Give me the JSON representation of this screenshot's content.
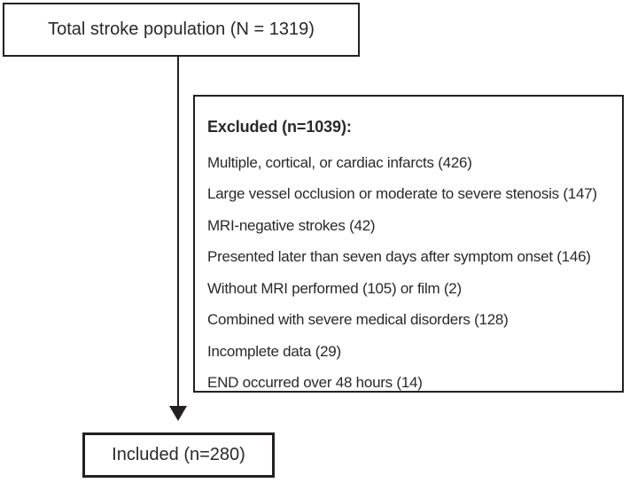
{
  "diagram": {
    "title": "Study inclusion flowchart",
    "top_box": {
      "label": "Total stroke population (N = 1319)",
      "total_n": 1319
    },
    "excluded_box": {
      "heading": "Excluded (n=1039):",
      "excluded_n": 1039,
      "items": [
        "Multiple, cortical, or cardiac infarcts (426)",
        "Large vessel occlusion or moderate to severe stenosis (147)",
        "MRI-negative strokes (42)",
        "Presented later than seven days after symptom onset (146)",
        "Without MRI performed (105) or film (2)",
        "Combined with severe medical disorders (128)",
        "Incomplete data (29)",
        "END occurred over 48 hours (14)"
      ]
    },
    "included_box": {
      "label": "Included (n=280)",
      "included_n": 280
    },
    "colors": {
      "border": "#231f20",
      "text": "#2b2828",
      "background": "#ffffff"
    }
  }
}
